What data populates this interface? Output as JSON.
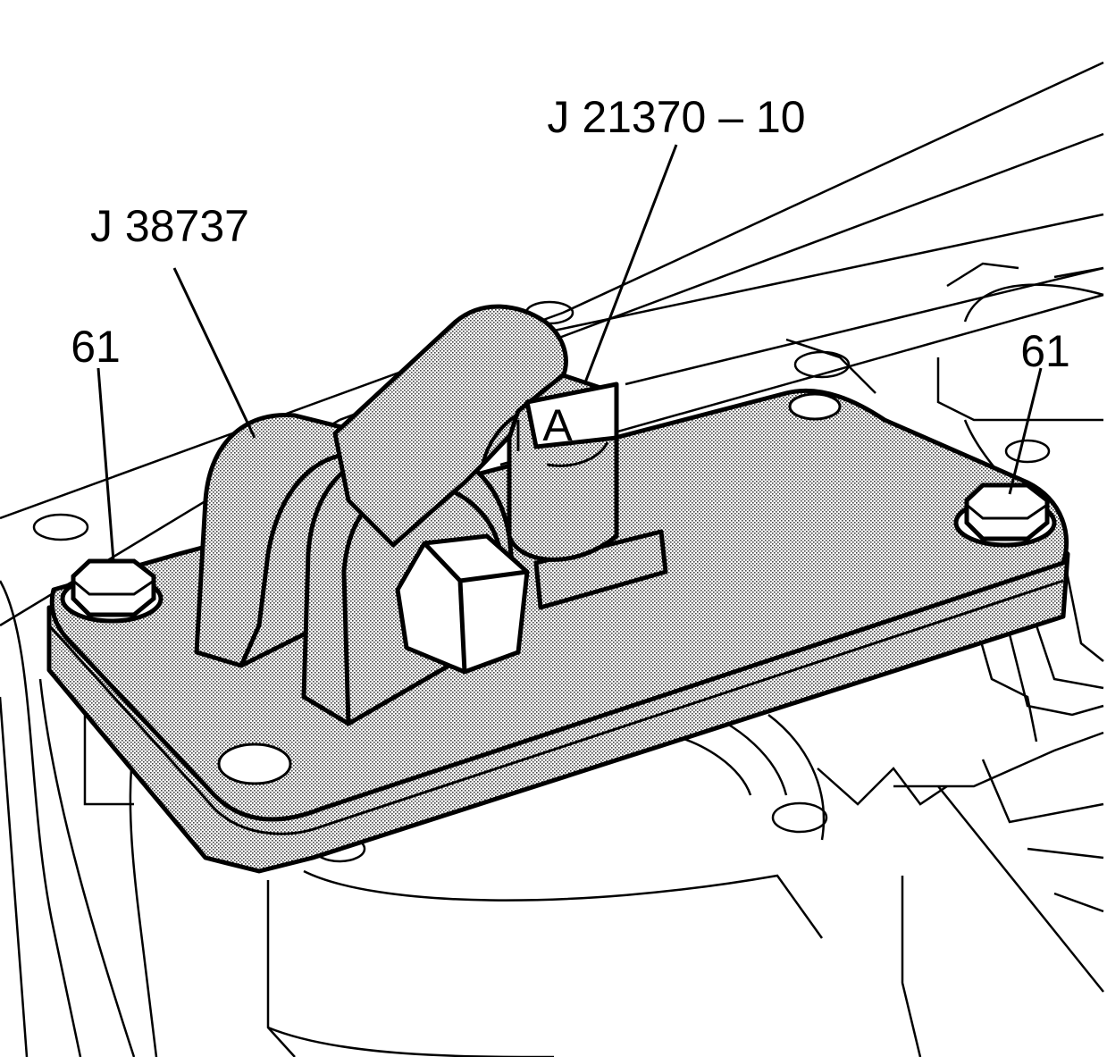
{
  "callouts": {
    "tool_top": "J 21370 – 10",
    "tool_left": "J 38737",
    "bolt_left": "61",
    "bolt_right": "61",
    "pin_marker": "A"
  },
  "colors": {
    "line": "#000000",
    "fill_tool": "#dcdcdc",
    "background": "#ffffff"
  }
}
